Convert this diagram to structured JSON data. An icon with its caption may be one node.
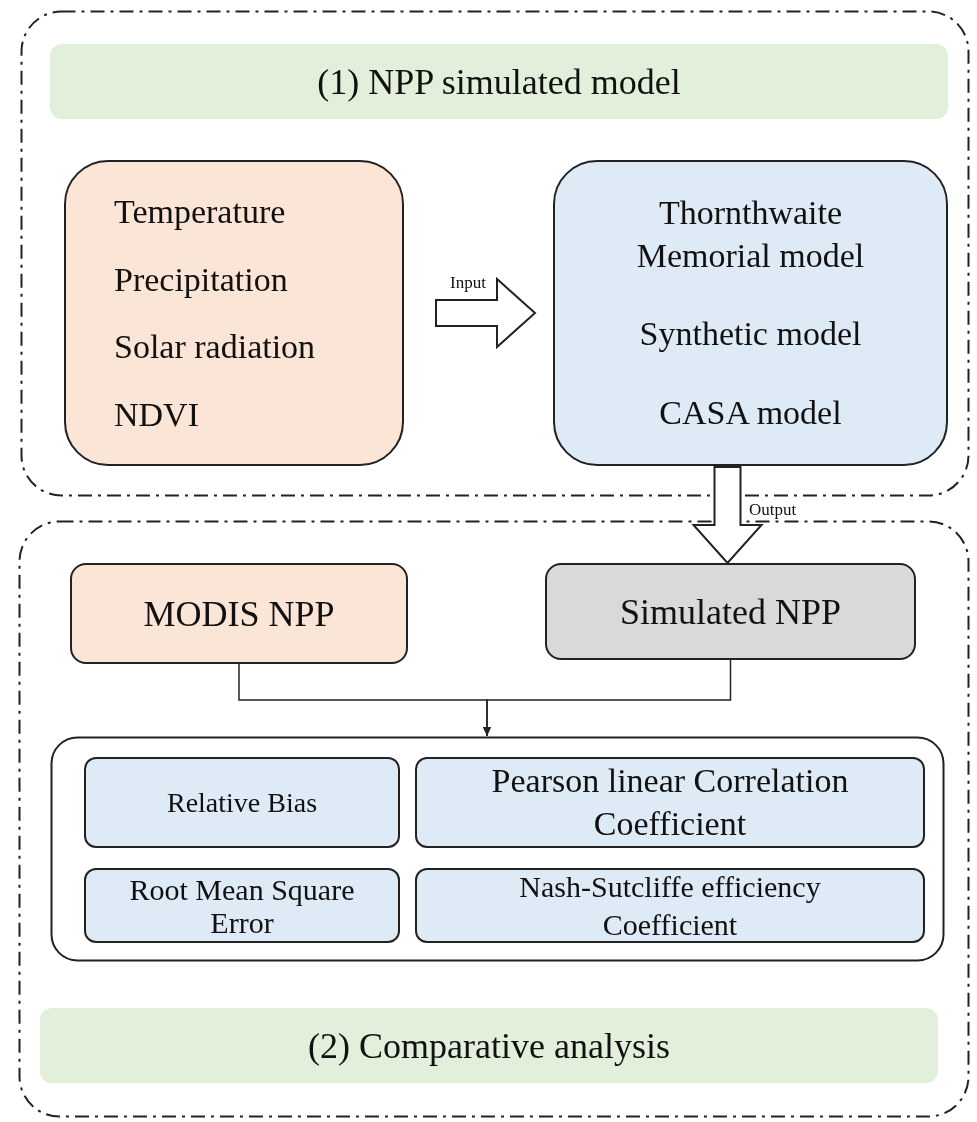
{
  "diagram": {
    "nodes": [
      {
        "text": [],
        "shape": "box"
      },
      {
        "text": [
          "(1) NPP simulated model"
        ],
        "in": 0
      },
      {
        "text": [
          "Temperature",
          "Precipitation",
          "Solar radiation",
          "NDVI"
        ],
        "in": 0
      },
      {
        "text": [
          "Thornthwaite Memorial model",
          "Synthetic model",
          "CASA model"
        ],
        "in": 0
      },
      {
        "text": [],
        "shape": "box"
      },
      {
        "text": [
          "MODIS NPP"
        ],
        "in": 4
      },
      {
        "text": [
          "Simulated NPP"
        ],
        "in": 4
      },
      {
        "text": [],
        "shape": "box",
        "in": 4
      },
      {
        "text": [
          "Relative Bias"
        ],
        "in": 7
      },
      {
        "text": [
          "Pearson linear Correlation Coefficient"
        ],
        "in": 7
      },
      {
        "text": [
          "Root Mean Square Error"
        ],
        "in": 7
      },
      {
        "text": [
          "Nash-Sutcliffe efficiency Coefficient"
        ],
        "in": 7
      },
      {
        "text": [
          "(2) Comparative analysis"
        ],
        "in": 4
      }
    ],
    "edges": [
      {
        "from": 2,
        "to": 3,
        "arrow": "to",
        "label": "Input",
        "style": "thick"
      },
      {
        "from": 3,
        "to": 6,
        "arrow": "to",
        "label": "Output",
        "style": "thick"
      },
      {
        "from": 5,
        "to": 7,
        "arrow": "to"
      },
      {
        "from": 6,
        "to": 7,
        "arrow": "to"
      }
    ]
  }
}
